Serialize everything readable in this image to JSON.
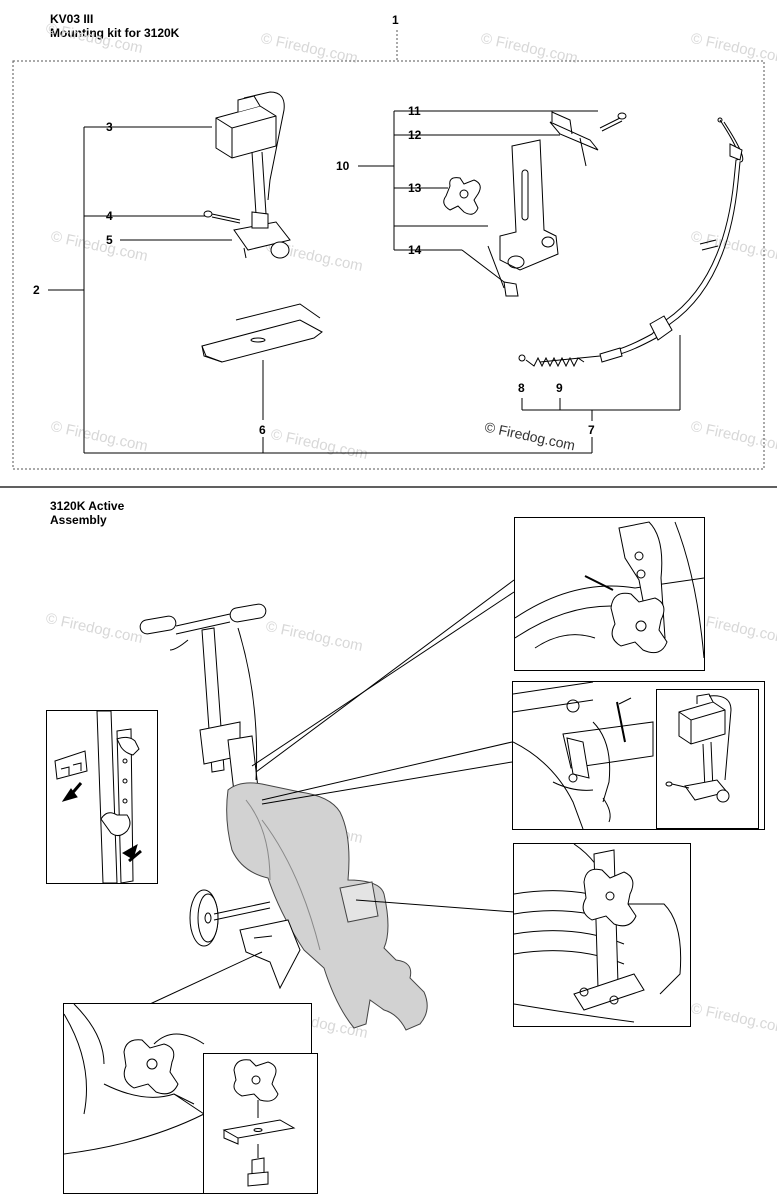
{
  "kit": {
    "code": "KV03 III",
    "name": "Mounting kit for 3120K"
  },
  "assembly": {
    "line1": "3120K Active",
    "line2": "Assembly"
  },
  "callouts": [
    "1",
    "2",
    "3",
    "4",
    "5",
    "6",
    "7",
    "8",
    "9",
    "10",
    "11",
    "12",
    "13",
    "14"
  ],
  "watermark": {
    "text": "© Firedog.com"
  }
}
